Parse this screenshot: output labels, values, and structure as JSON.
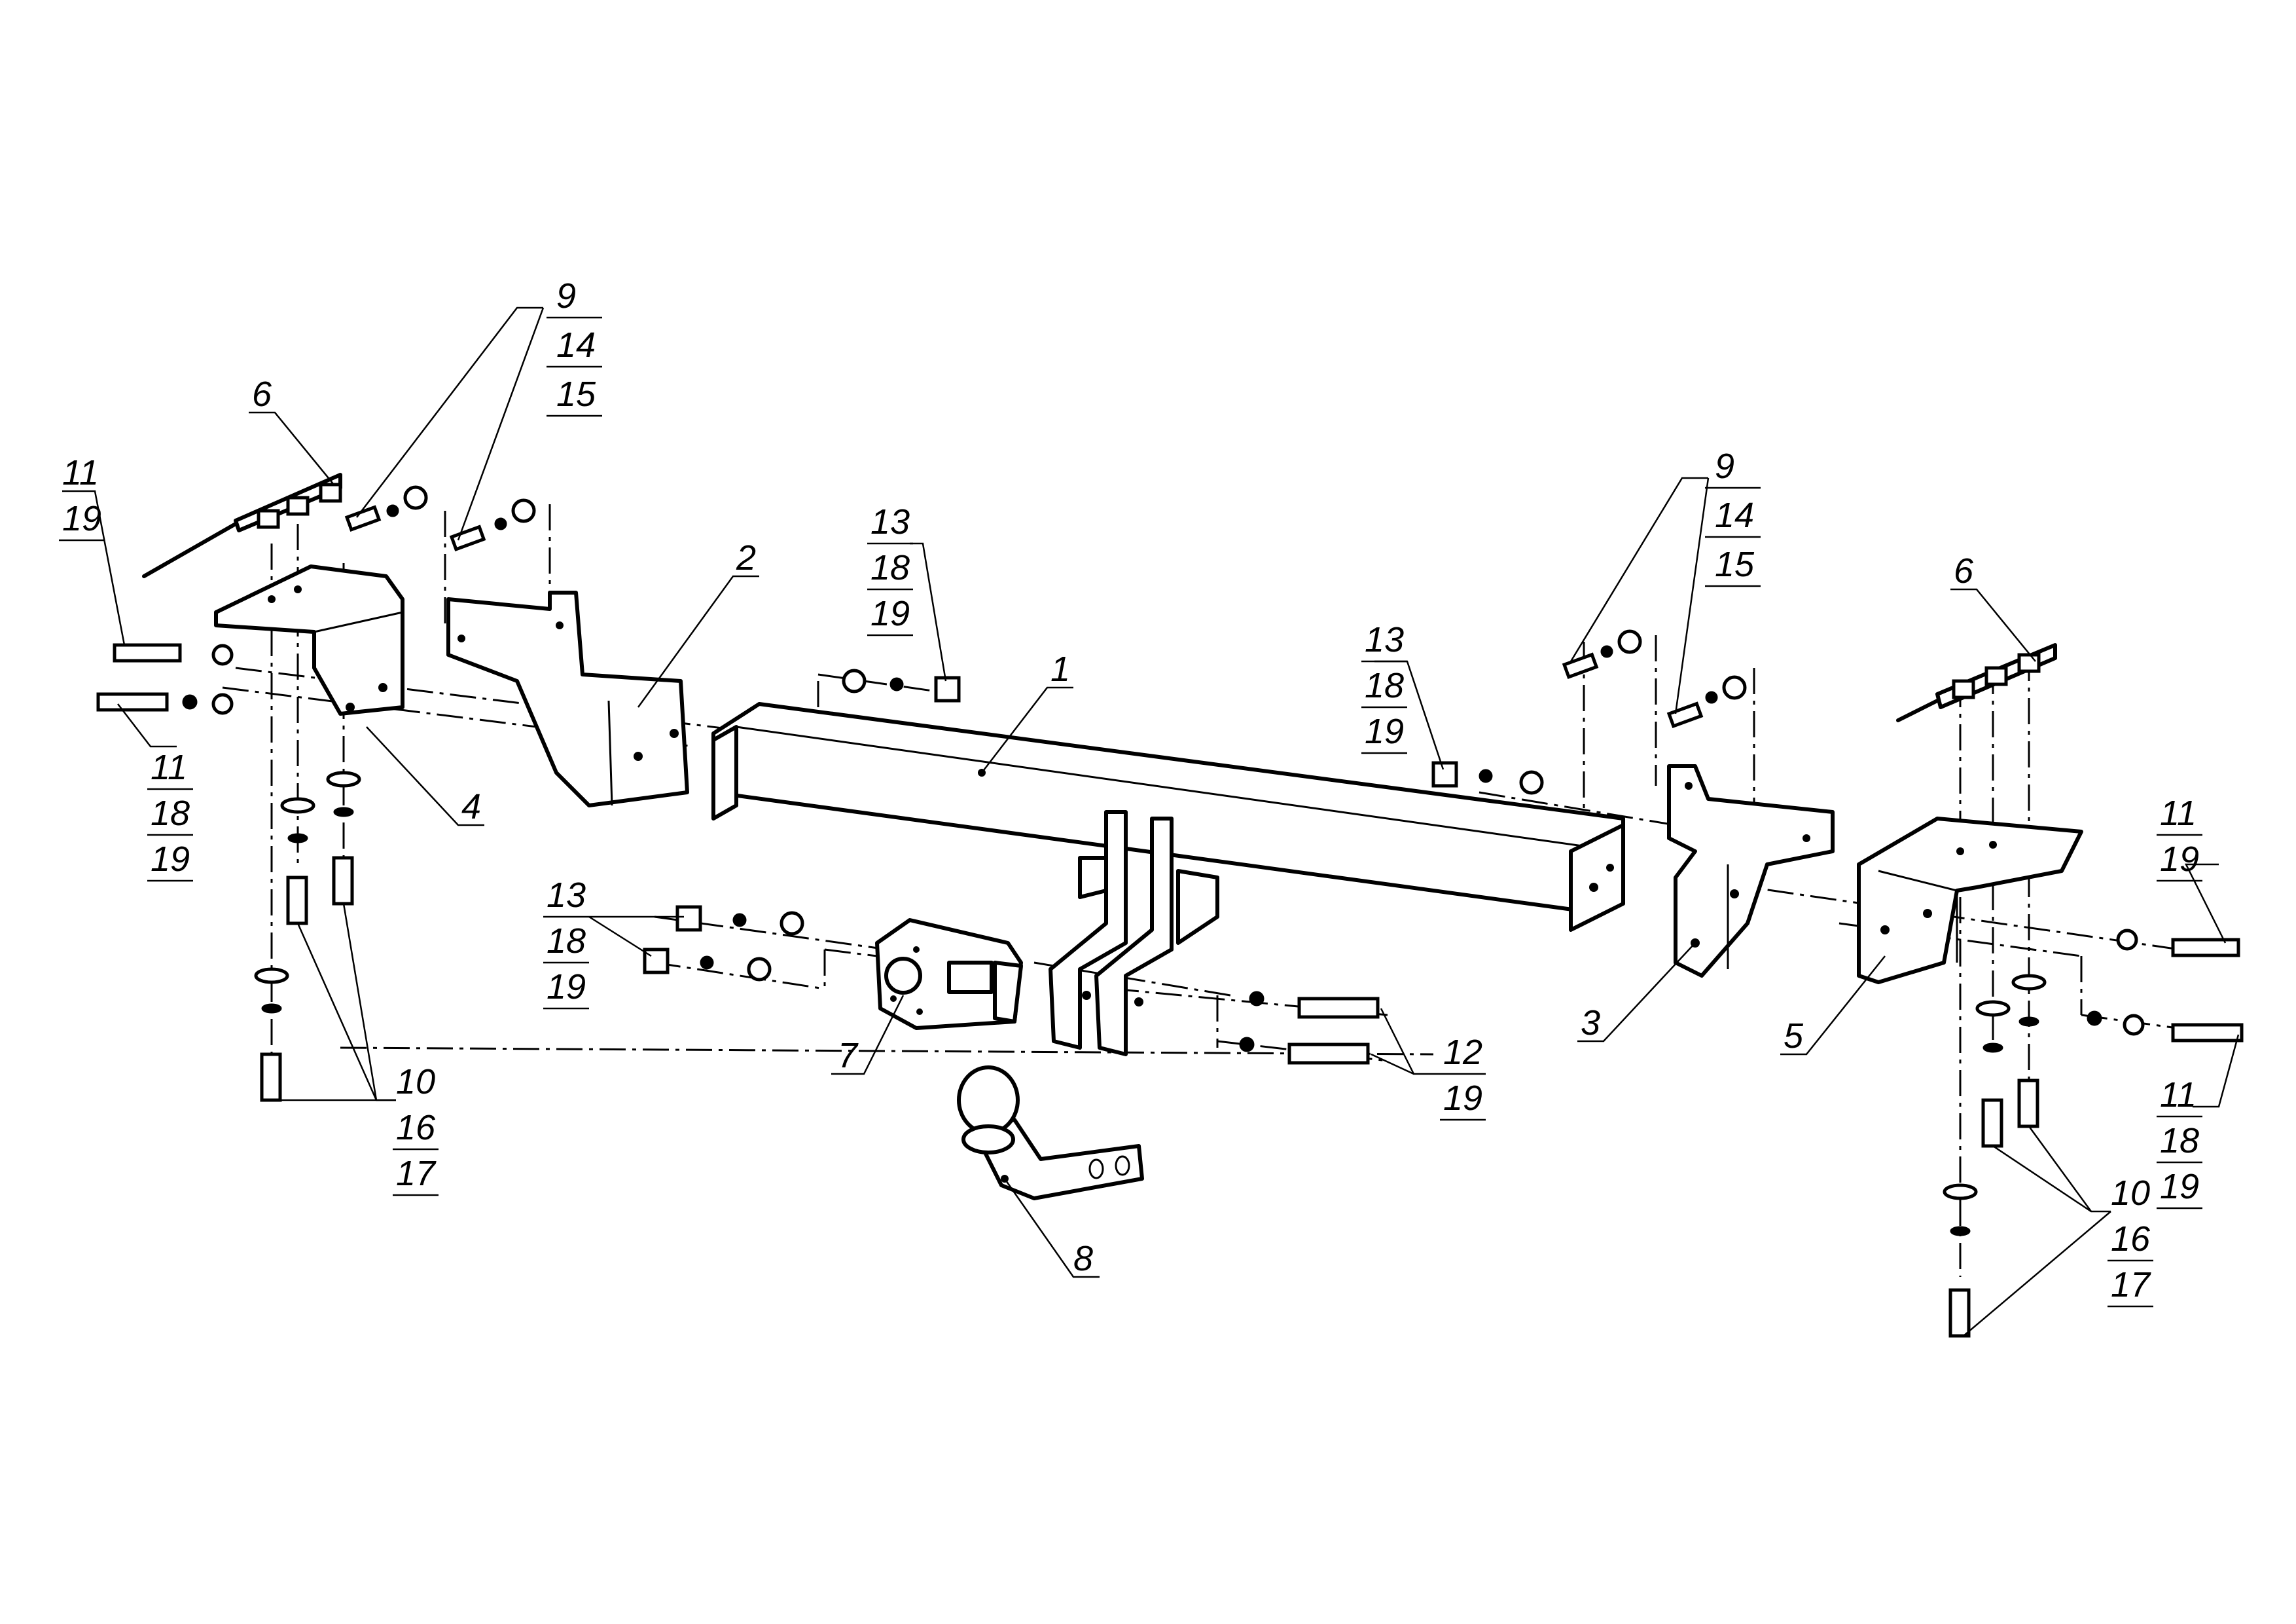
{
  "labels": {
    "p1": "1",
    "p2": "2",
    "p3": "3",
    "p4": "4",
    "p5": "5",
    "p6_left": "6",
    "p6_right": "6",
    "p7": "7",
    "p8": "8",
    "c9_14_15_left": [
      "9",
      "14",
      "15"
    ],
    "c9_14_15_right": [
      "9",
      "14",
      "15"
    ],
    "c11_19_left": [
      "11",
      "19"
    ],
    "c11_18_19_left": [
      "11",
      "18",
      "19"
    ],
    "c11_19_right": [
      "11",
      "19"
    ],
    "c11_18_19_right": [
      "11",
      "18",
      "19"
    ],
    "c13_18_19_top": [
      "13",
      "18",
      "19"
    ],
    "c13_18_19_mid": [
      "13",
      "18",
      "19"
    ],
    "c13_18_19_low": [
      "13",
      "18",
      "19"
    ],
    "c10_16_17_left": [
      "10",
      "16",
      "17"
    ],
    "c10_16_17_right": [
      "10",
      "16",
      "17"
    ],
    "c12_19": [
      "12",
      "19"
    ]
  }
}
